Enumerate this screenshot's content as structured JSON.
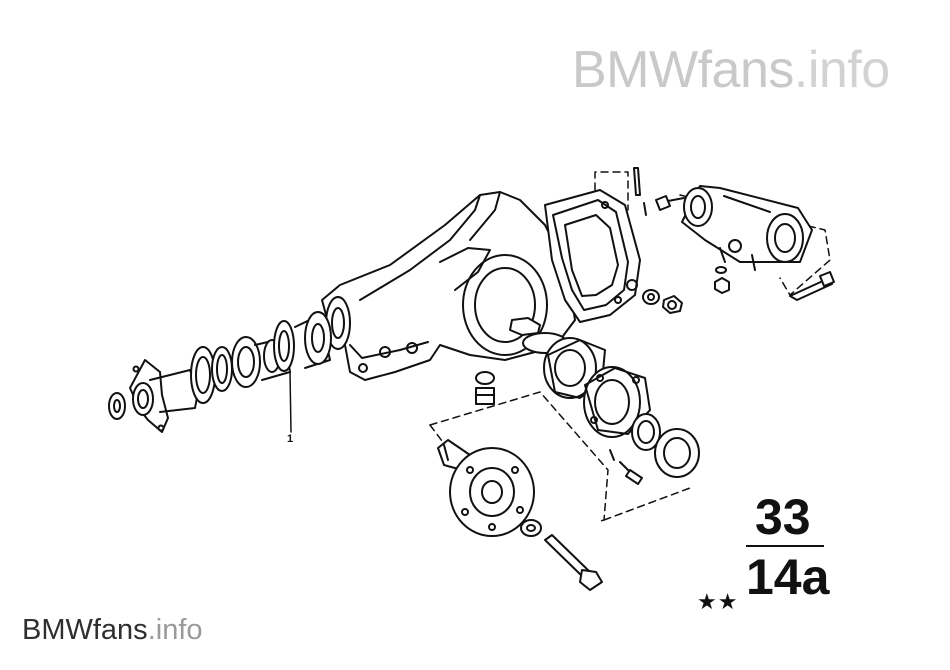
{
  "watermark_top": {
    "brand": "BMWfans",
    "suffix": ".info"
  },
  "watermark_bottom": {
    "brand": "BMWfans",
    "suffix": ".info"
  },
  "group": {
    "number": "33",
    "sub": "14a",
    "stars": "★★"
  },
  "callouts": [
    {
      "label": "1"
    }
  ],
  "colors": {
    "line": "#111111",
    "watermark_light": "#c9c9c9",
    "background": "#ffffff"
  }
}
